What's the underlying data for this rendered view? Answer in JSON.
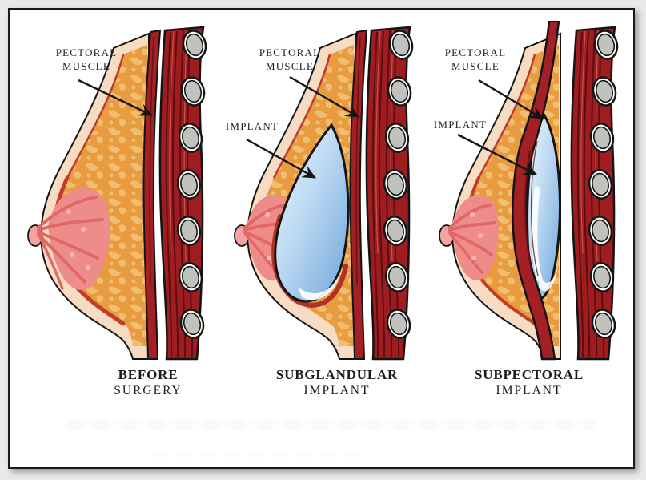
{
  "figure": {
    "name": "breast-implant-placement-diagram",
    "panels": [
      {
        "id": "before-surgery",
        "muscle_label_line1": "PECTORAL",
        "muscle_label_line2": "MUSCLE",
        "caption_line1": "BEFORE",
        "caption_line2": "SURGERY"
      },
      {
        "id": "subglandular-implant",
        "muscle_label_line1": "PECTORAL",
        "muscle_label_line2": "MUSCLE",
        "implant_label": "IMPLANT",
        "caption_line1": "SUBGLANDULAR",
        "caption_line2": "IMPLANT"
      },
      {
        "id": "subpectoral-implant",
        "muscle_label_line1": "PECTORAL",
        "muscle_label_line2": "MUSCLE",
        "implant_label": "IMPLANT",
        "caption_line1": "SUBPECTORAL",
        "caption_line2": "IMPLANT"
      }
    ],
    "colors": {
      "page_background": "#e9e9e9",
      "canvas_background": "#ffffff",
      "frame_border": "#1a1a1a",
      "skin": "#f6dcc2",
      "fat": "#e89c3f",
      "fat_mottle": "#f0be72",
      "gland_pink": "#ee8c8a",
      "capsule_red": "#c0392b",
      "muscle_red": "#9e1d20",
      "muscle_striation": "#5c0d10",
      "rib_gray": "#c2c2bc",
      "implant_blue": "#74a9dc",
      "implant_highlight": "#eef6fd",
      "label_text": "#1d1d1d"
    }
  }
}
